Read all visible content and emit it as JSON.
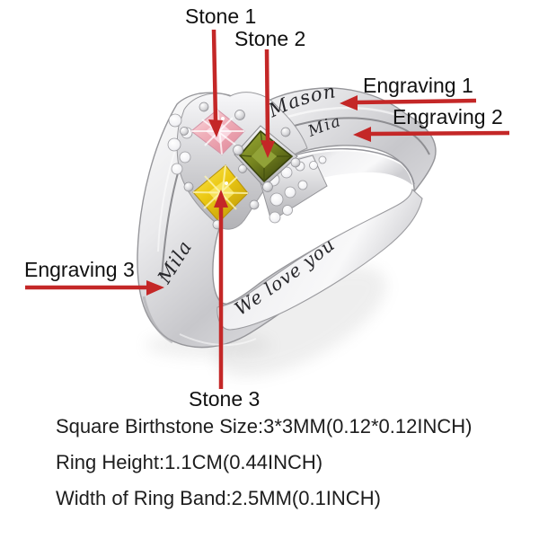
{
  "labels": {
    "stone1": "Stone 1",
    "stone2": "Stone 2",
    "stone3": "Stone 3",
    "engraving1": "Engraving 1",
    "engraving2": "Engraving 2",
    "engraving3": "Engraving 3"
  },
  "ring": {
    "engraving1_text": "Mason",
    "engraving2_text": "Mia",
    "engraving3_text": "Mila",
    "inner_engraving": "We love you",
    "stone1_color": "#f0b0ba",
    "stone2_color": "#76841f",
    "stone3_color": "#ecc913"
  },
  "specs": {
    "line1": "Square Birthstone Size:3*3MM(0.12*0.12INCH)",
    "line2": "Ring Height:1.1CM(0.44INCH)",
    "line3": "Width of Ring Band:2.5MM(0.1INCH)"
  },
  "colors": {
    "arrow": "#c42727",
    "label_text": "#111111"
  }
}
